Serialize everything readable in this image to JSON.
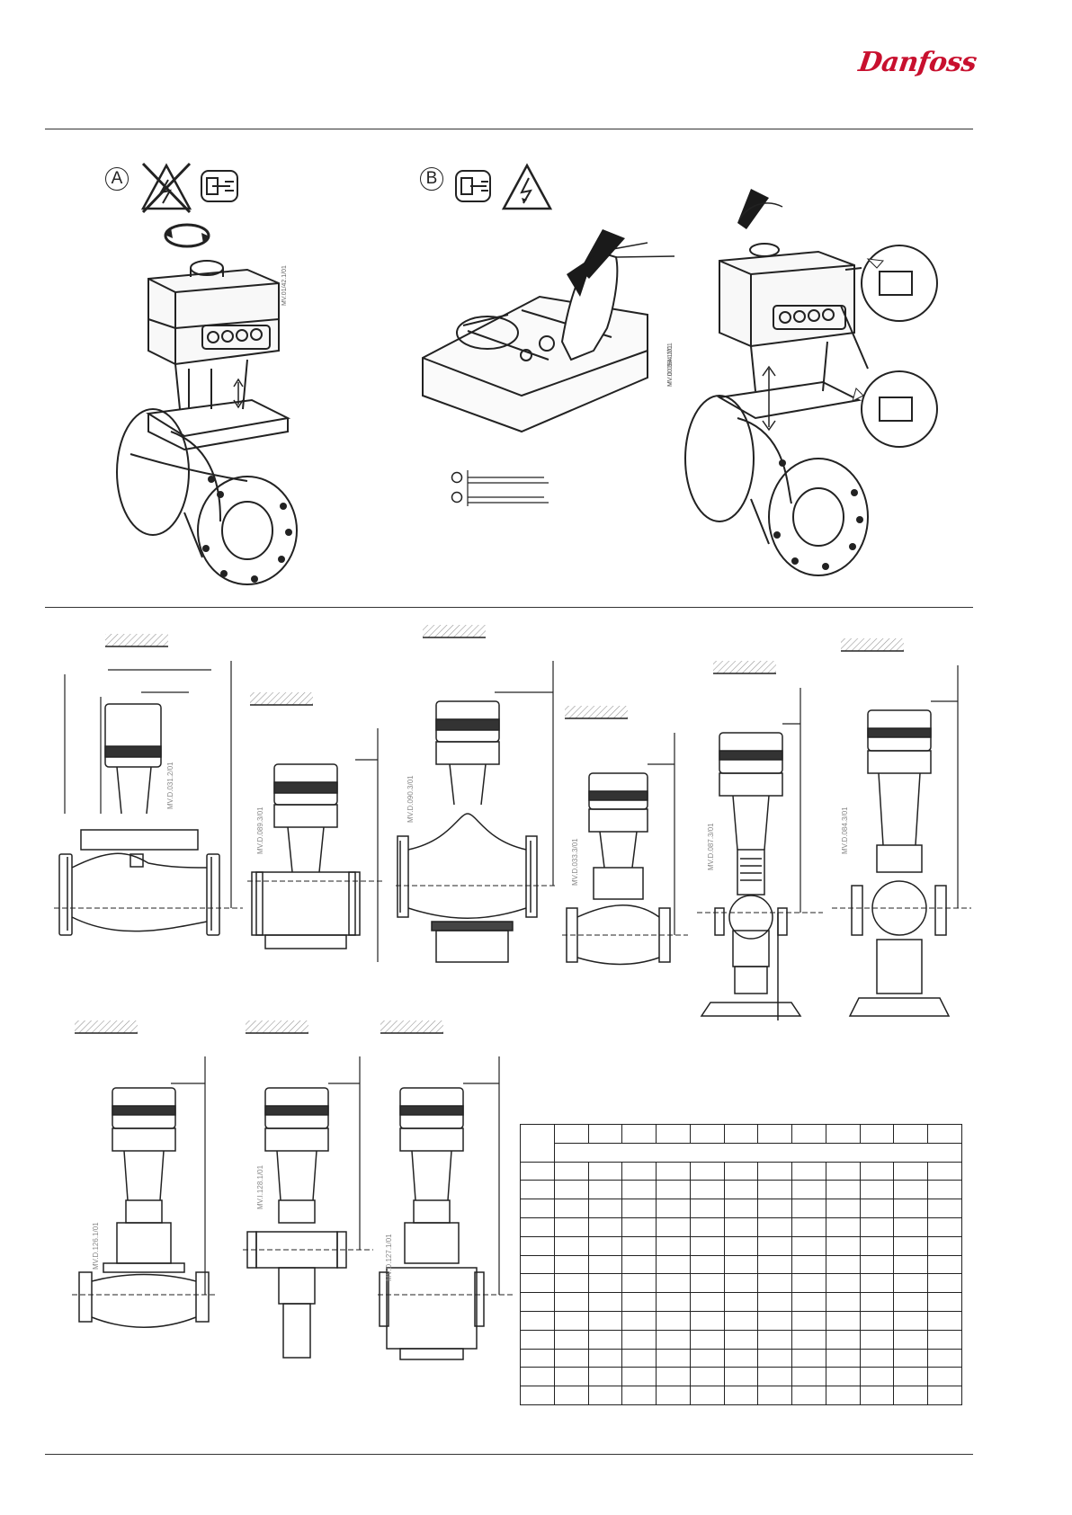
{
  "header": {
    "brand_logo": "Danfoss"
  },
  "section_b": {
    "label_a": "A",
    "label_b": "B"
  },
  "figure_codes": {
    "fig_a": "MV.01/42.1/01",
    "fig_b_lid": "MV.00.094.1/01",
    "fig_b_valve": "MV.D.094.1/01",
    "fig_1": "MV.D.031.2/01",
    "fig_2": "MV.D.089.3/01",
    "fig_3": "MV.D.090.3/01",
    "fig_4": "MV.D.033.3/01",
    "fig_5": "MV.D.087.3/01",
    "fig_6": "MV.D.084.3/01",
    "fig_7": "MV.D.126.1/01",
    "fig_8": "MV.I.128.1/01",
    "fig_9": "MV.D.127.1/01"
  },
  "colors": {
    "line": "#222222",
    "brand": "#c8102e",
    "hatch": "#999999"
  },
  "table": {
    "rows": 15,
    "cols": 13
  }
}
